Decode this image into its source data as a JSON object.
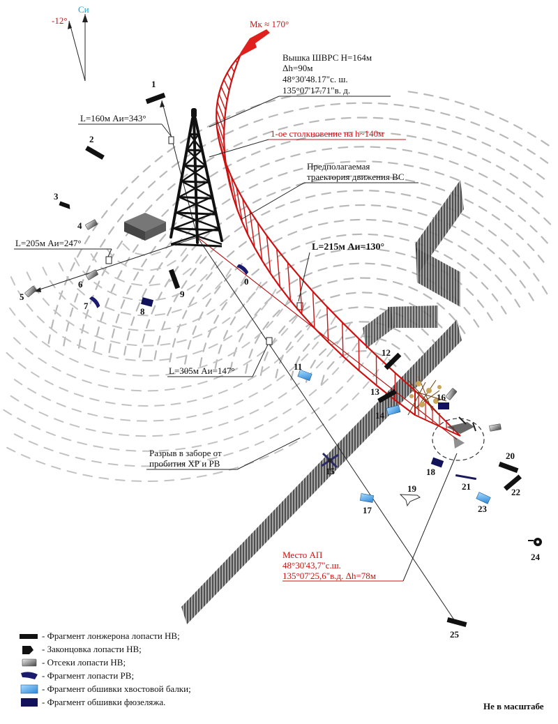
{
  "north": {
    "magnetic_label": "-12°",
    "true_label": "Си"
  },
  "heading": {
    "label": "Мк ≈ 170°"
  },
  "tower": {
    "title": "Вышка ШВРС H=164м",
    "dh": "Δh=90м",
    "lat": "48°30'48.17\"с. ш.",
    "lon": "135°07'17.71\"в. д."
  },
  "annotations": {
    "collision": "1-ое столкновение на h~140м",
    "trajectory_line1": "Предполагаемая",
    "trajectory_line2": "траектория движения ВС",
    "dist_1": "L=160м Аи=343°",
    "dist_5": "L=205м Аи=247°",
    "dist_25": "L=305м Аи=147°",
    "dist_crash": "L=215м Аи=130°",
    "fence_line1": "Разрыв в заборе от",
    "fence_line2": "пробития ХР и РВ",
    "crash_line1": "Место АП",
    "crash_line2": "48°30'43,7\"с.ш.",
    "crash_line3": "135°07'25,6\"в.д. Δh=78м"
  },
  "fragments": [
    {
      "id": "0"
    },
    {
      "id": "1"
    },
    {
      "id": "2"
    },
    {
      "id": "3"
    },
    {
      "id": "4"
    },
    {
      "id": "5"
    },
    {
      "id": "6"
    },
    {
      "id": "7"
    },
    {
      "id": "8"
    },
    {
      "id": "9"
    },
    {
      "id": "11"
    },
    {
      "id": "12"
    },
    {
      "id": "13"
    },
    {
      "id": "14"
    },
    {
      "id": "15"
    },
    {
      "id": "16"
    },
    {
      "id": "17"
    },
    {
      "id": "18"
    },
    {
      "id": "19"
    },
    {
      "id": "20"
    },
    {
      "id": "21"
    },
    {
      "id": "22"
    },
    {
      "id": "23"
    },
    {
      "id": "24"
    },
    {
      "id": "25"
    }
  ],
  "legend": [
    {
      "text": "- Фрагмент лонжерона лопасти НВ;",
      "kind": "spar"
    },
    {
      "text": "- Законцовка лопасти НВ;",
      "kind": "tip"
    },
    {
      "text": "- Отсеки лопасти НВ;",
      "kind": "section"
    },
    {
      "text": "- Фрагмент лопасти РВ;",
      "kind": "tail-blade"
    },
    {
      "text": "- Фрагмент обшивки хвостовой балки;",
      "kind": "tail-boom-skin"
    },
    {
      "text": "- Фрагмент обшивки фюзеляжа.",
      "kind": "fuselage-skin"
    }
  ],
  "scale_note": "Не в масштабе",
  "colors": {
    "trajectory": "#cc1111",
    "heading_arrow": "#e0201c",
    "true_north": "#1aa0d8",
    "fragment_dark": "#111111",
    "tail_blade": "#1a1a6e",
    "tail_boom_skin": "#4aa3e8",
    "fuselage_skin": "#12125a",
    "fence": "#555555",
    "ground_arc": "#b8b8b8"
  }
}
